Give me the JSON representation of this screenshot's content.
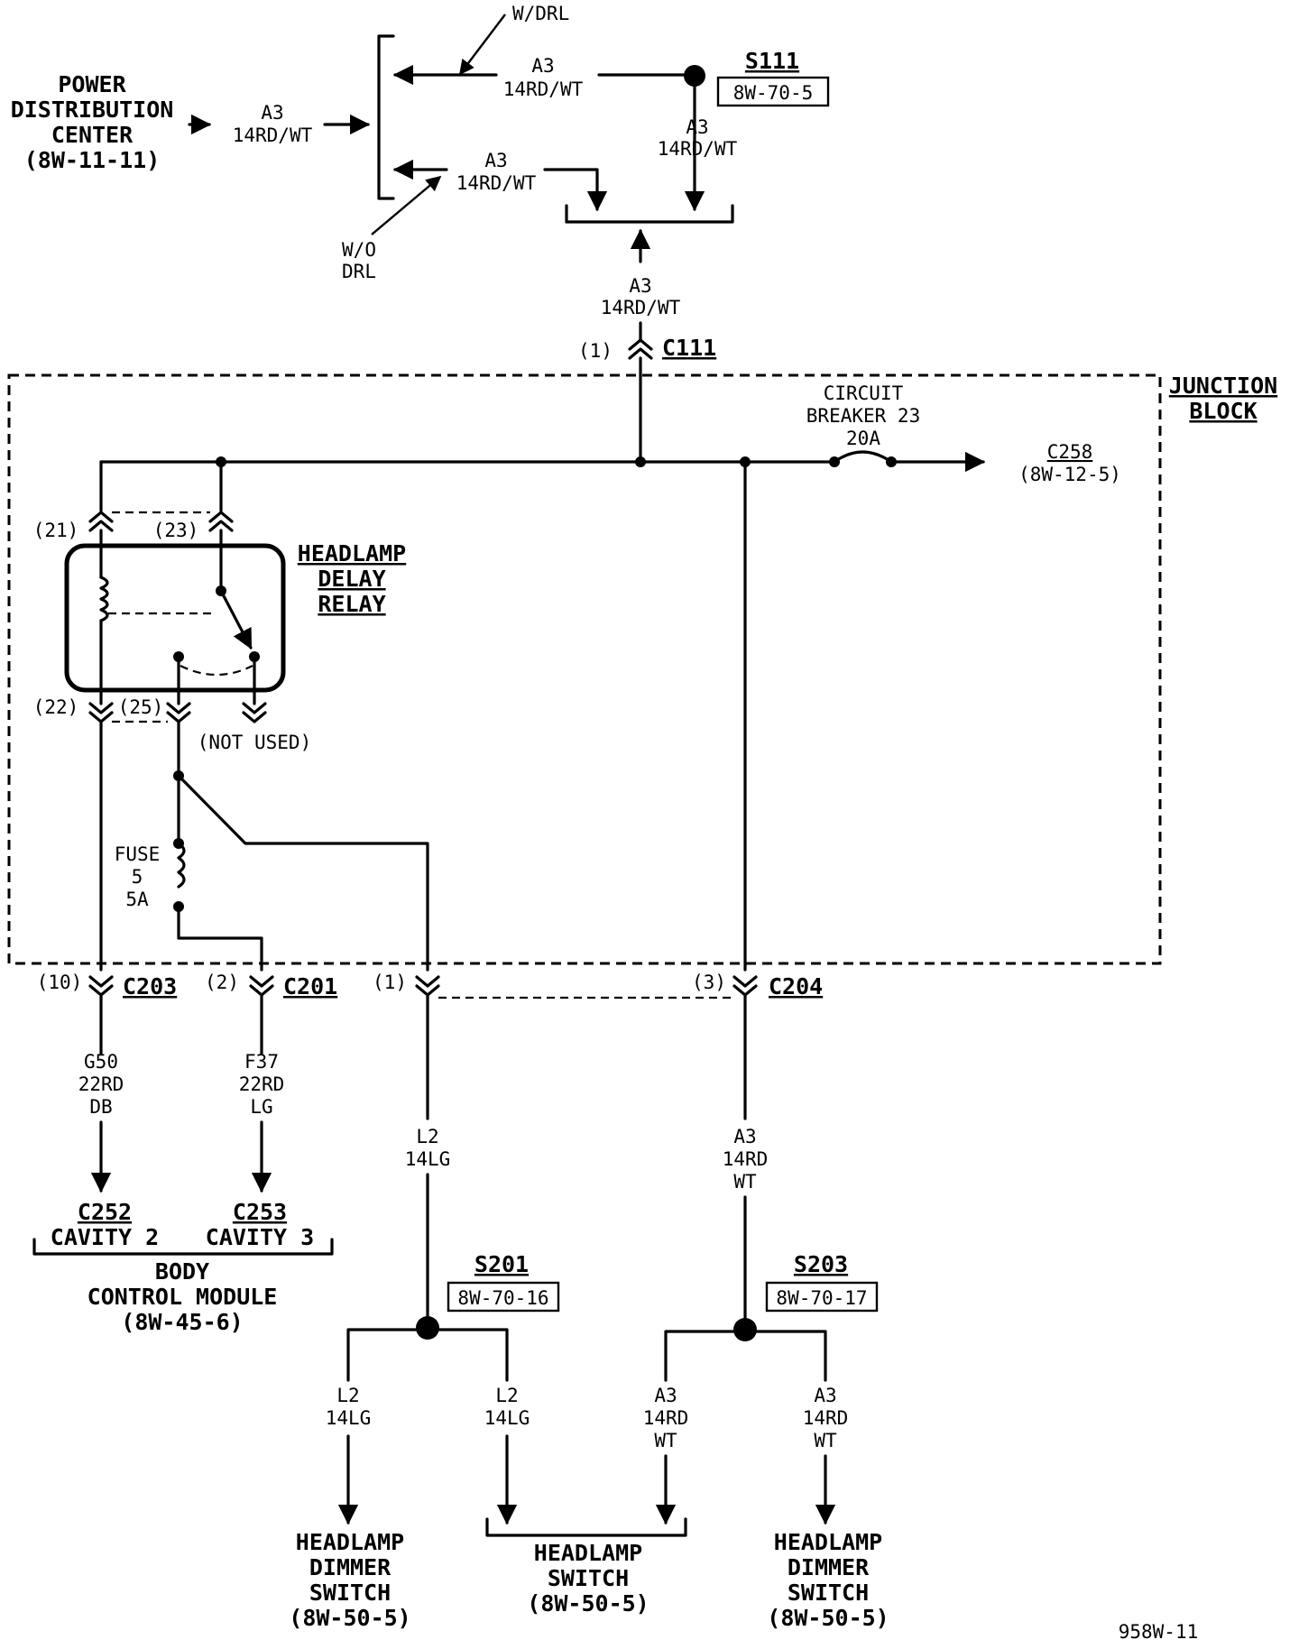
{
  "sources": {
    "pdc": [
      "POWER",
      "DISTRIBUTION",
      "CENTER",
      "(8W-11-11)"
    ],
    "pdc_wire": [
      "A3",
      "14RD/WT"
    ],
    "w_drl": "W/DRL",
    "wo_drl": [
      "W/O",
      "DRL"
    ],
    "drl_wire": [
      "A3",
      "14RD/WT"
    ],
    "wodrl_wire": [
      "A3",
      "14RD/WT"
    ],
    "splice_s111": {
      "name": "S111",
      "ref": "8W-70-5"
    },
    "s111_wire": [
      "A3",
      "14RD/WT"
    ],
    "merged_wire": [
      "A3",
      "14RD/WT"
    ]
  },
  "junction_block": {
    "title": [
      "JUNCTION",
      "BLOCK"
    ],
    "c111": {
      "name": "C111",
      "pin": "(1)"
    },
    "breaker": [
      "CIRCUIT",
      "BREAKER 23",
      "20A"
    ],
    "c258": {
      "name": "C258",
      "ref": "(8W-12-5)"
    },
    "relay": {
      "title": [
        "HEADLAMP",
        "DELAY",
        "RELAY"
      ],
      "pin21": "(21)",
      "pin23": "(23)",
      "pin22": "(22)",
      "pin25": "(25)",
      "not_used": "(NOT USED)"
    },
    "fuse": [
      "FUSE",
      "5",
      "5A"
    ]
  },
  "connectors": {
    "c203": {
      "name": "C203",
      "pin": "(10)"
    },
    "c201": {
      "name": "C201",
      "pin": "(2)"
    },
    "c204": {
      "name": "C204",
      "pin_l2": "(1)",
      "pin_a3": "(3)"
    }
  },
  "wires": {
    "g50": [
      "G50",
      "22RD",
      "DB"
    ],
    "f37": [
      "F37",
      "22RD",
      "LG"
    ],
    "l2": [
      "L2",
      "14LG"
    ],
    "a3": [
      "A3",
      "14RD",
      "WT"
    ]
  },
  "bcm": {
    "c252": "C252",
    "cav2": "CAVITY 2",
    "c253": "C253",
    "cav3": "CAVITY 3",
    "title": [
      "BODY",
      "CONTROL MODULE",
      "(8W-45-6)"
    ]
  },
  "splices": {
    "s201": {
      "name": "S201",
      "ref": "8W-70-16"
    },
    "s203": {
      "name": "S203",
      "ref": "8W-70-17"
    }
  },
  "branch_wires": {
    "s201_left": [
      "L2",
      "14LG"
    ],
    "s201_right": [
      "L2",
      "14LG"
    ],
    "s203_left": [
      "A3",
      "14RD",
      "WT"
    ],
    "s203_right": [
      "A3",
      "14RD",
      "WT"
    ]
  },
  "destinations": {
    "dimmer_left": [
      "HEADLAMP",
      "DIMMER",
      "SWITCH",
      "(8W-50-5)"
    ],
    "headlamp_switch": [
      "HEADLAMP",
      "SWITCH",
      "(8W-50-5)"
    ],
    "dimmer_right": [
      "HEADLAMP",
      "DIMMER",
      "SWITCH",
      "(8W-50-5)"
    ]
  },
  "figure_id": "958W-11"
}
